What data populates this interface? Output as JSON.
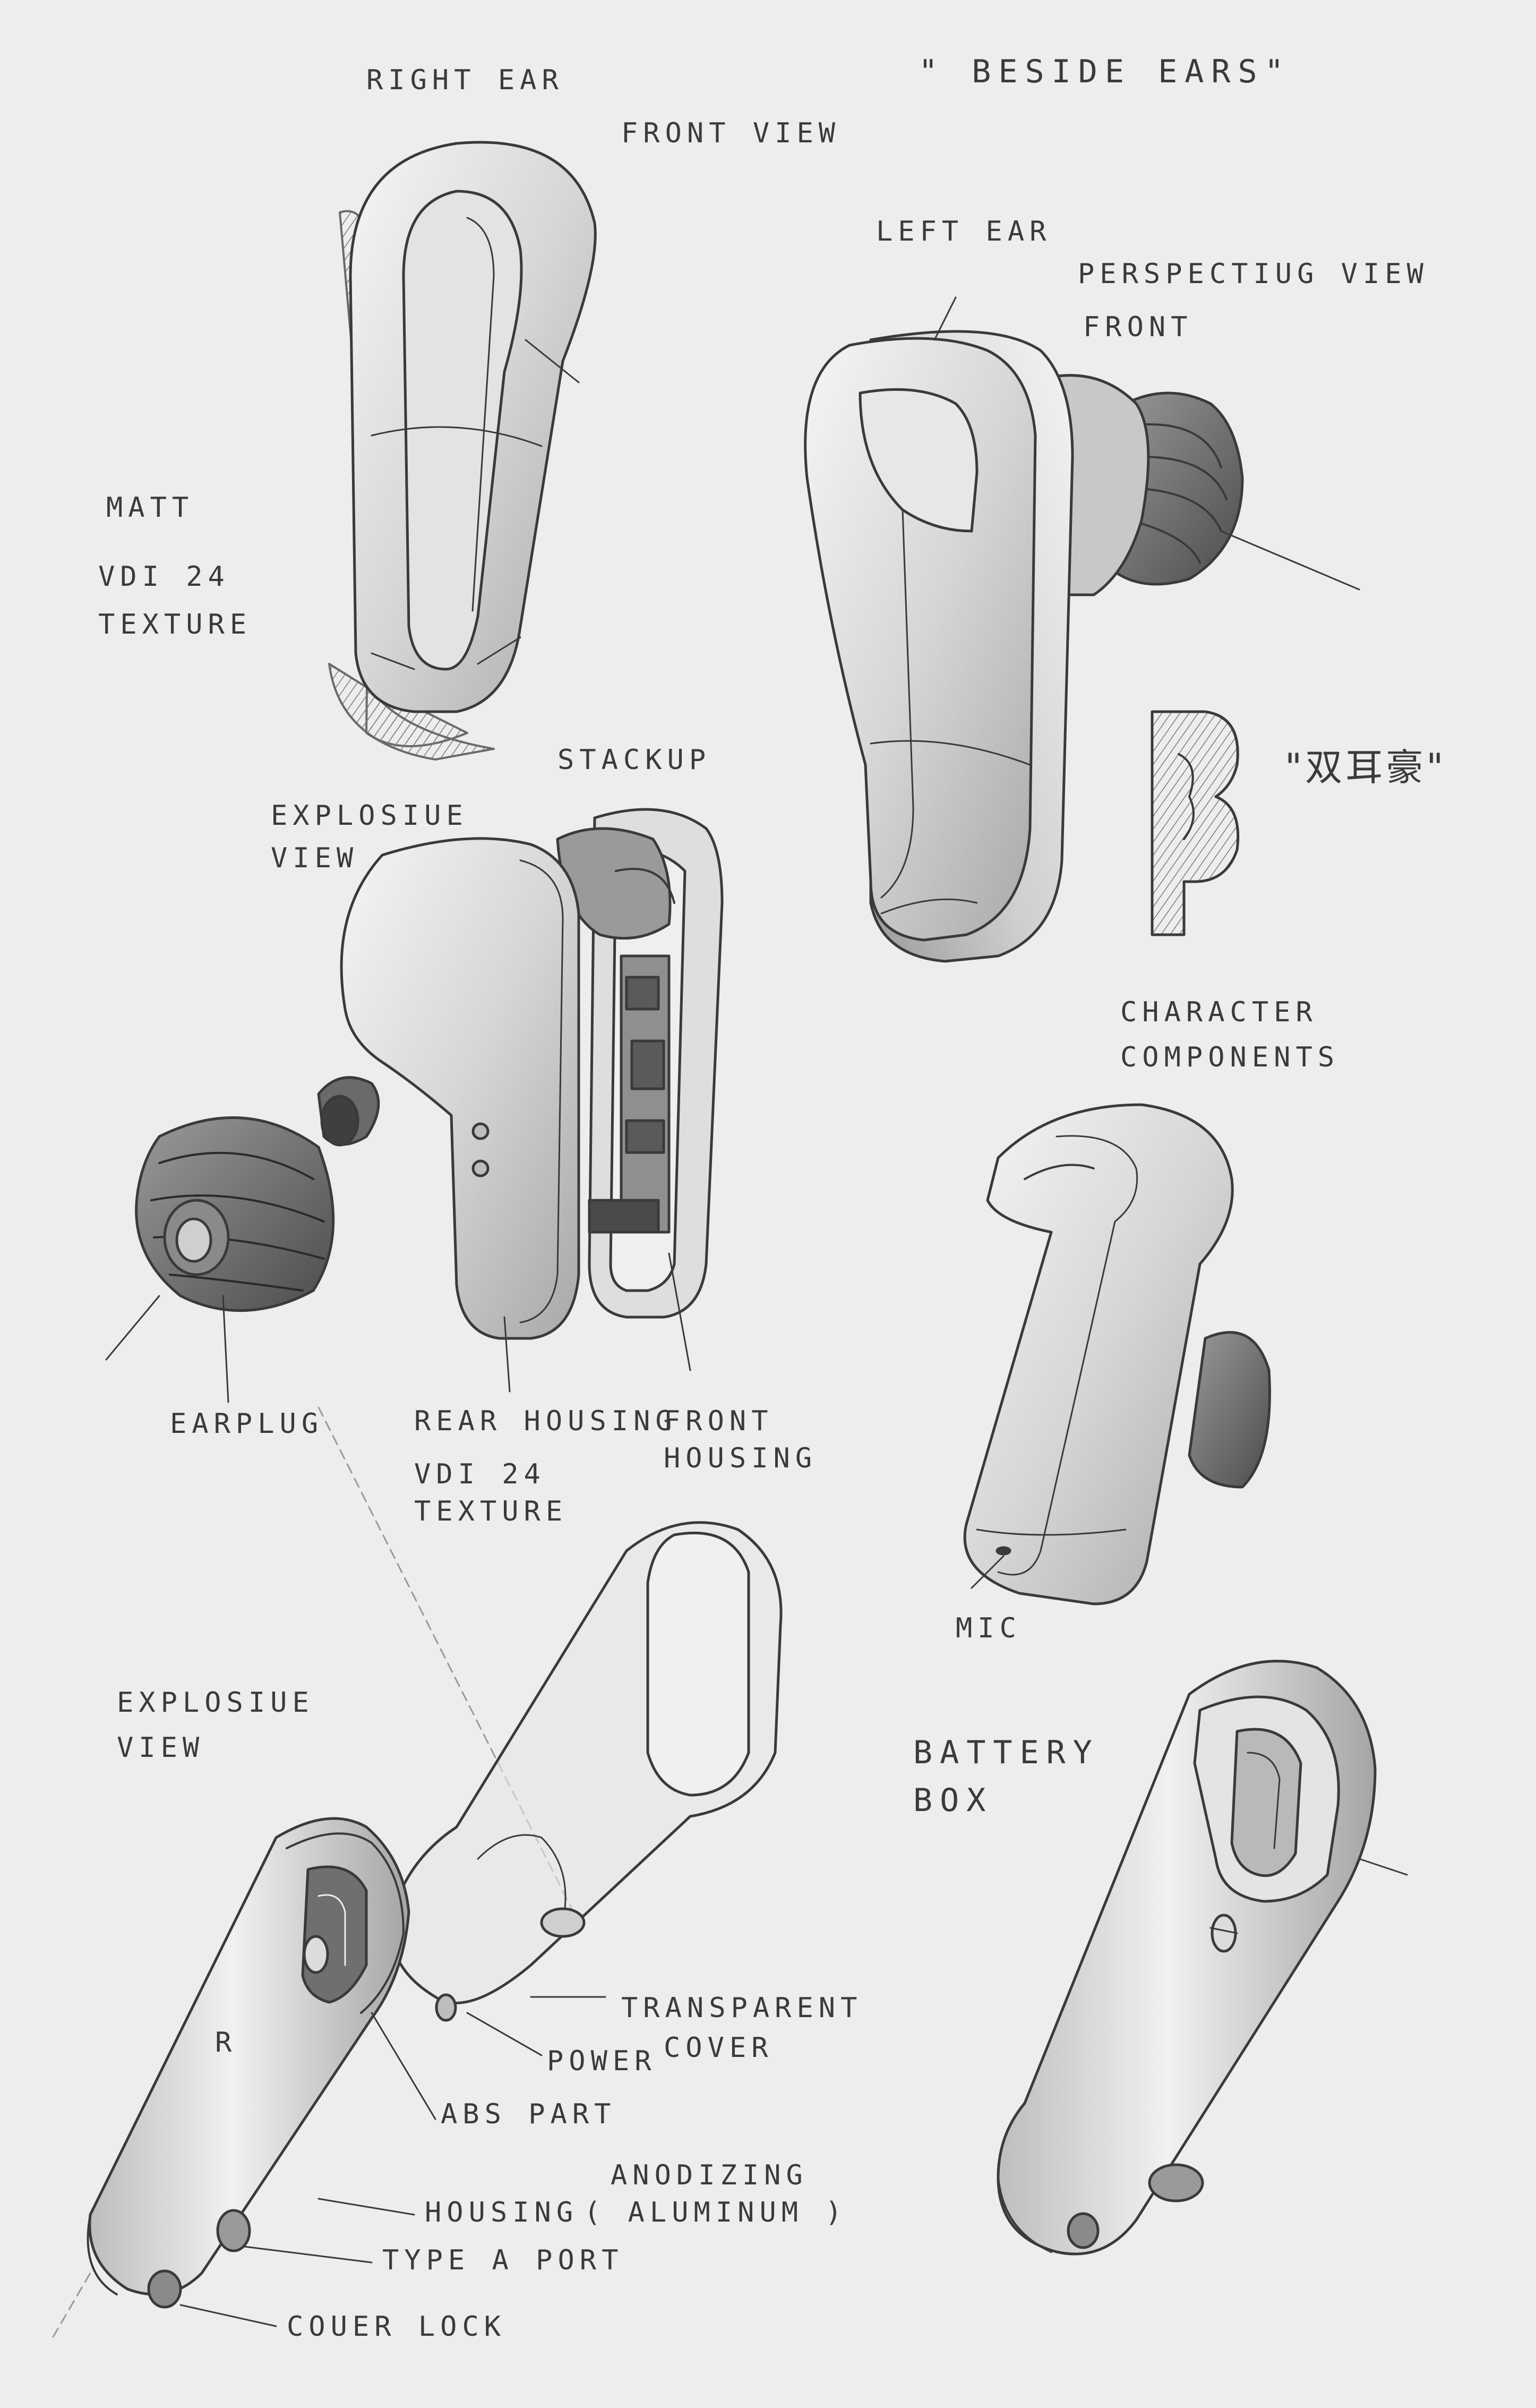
{
  "labels": {
    "right_ear": "RIGHT EAR",
    "front_view": "FRONT VIEW",
    "beside_ears": "\" BESIDE  EARS\"",
    "left_ear": "LEFT EAR",
    "perspective_view": "PERSPECTIUG VIEW",
    "front": "FRONT",
    "matt": "MATT",
    "vdi24_a": "VDI 24",
    "texture_a": "TEXTURE",
    "stackup": "STACKUP",
    "explosive_view_a_1": "EXPLOSIUE",
    "explosive_view_a_2": "VIEW",
    "double_ear_cn": "\"双耳豪\"",
    "character_components_1": "CHARACTER",
    "character_components_2": "COMPONENTS",
    "earplug": "EARPLUG",
    "rear_housing": "REAR HOUSING",
    "front_housing_1": "FRONT",
    "front_housing_2": "HOUSING",
    "vdi24_b": "VDI 24",
    "texture_b": "TEXTURE",
    "mic": "MIC",
    "explosive_view_b_1": "EXPLOSIUE",
    "explosive_view_b_2": "VIEW",
    "battery_box_1": "BATTERY",
    "battery_box_2": "BOX",
    "transparent_cover_1": "TRANSPARENT",
    "transparent_cover_2": "COVER",
    "power": "POWER",
    "abs_part": "ABS PART",
    "anodizing_aluminum_1": "ANODIZING",
    "anodizing_aluminum_2": "( ALUMINUM )",
    "housing": "HOUSING",
    "type_a_port": "TYPE A PORT",
    "cover_lock": "COUER LOCK",
    "r_mark": "R"
  },
  "colors": {
    "paper": "#ededed",
    "pencil": "#3a3a3a",
    "shade_light": "#d9d9d9",
    "shade_mid": "#b9b9b9",
    "shade_dark": "#6f6f6f"
  }
}
